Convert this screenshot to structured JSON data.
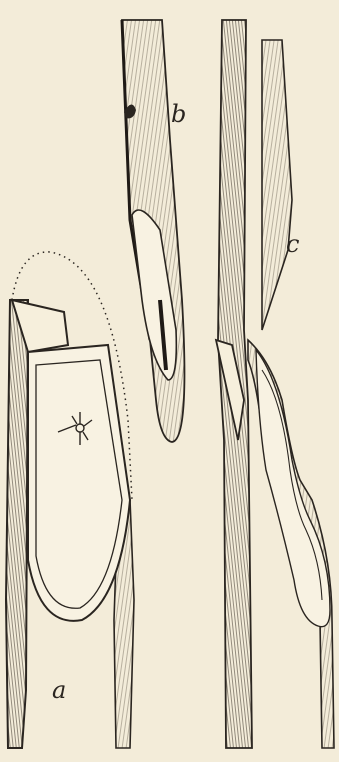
{
  "figure": {
    "labels": {
      "a": "a",
      "b": "b",
      "c": "c"
    },
    "colors": {
      "ink": "#2a2520",
      "paper": "#f3ecd9",
      "shade": "#6b6254"
    }
  }
}
